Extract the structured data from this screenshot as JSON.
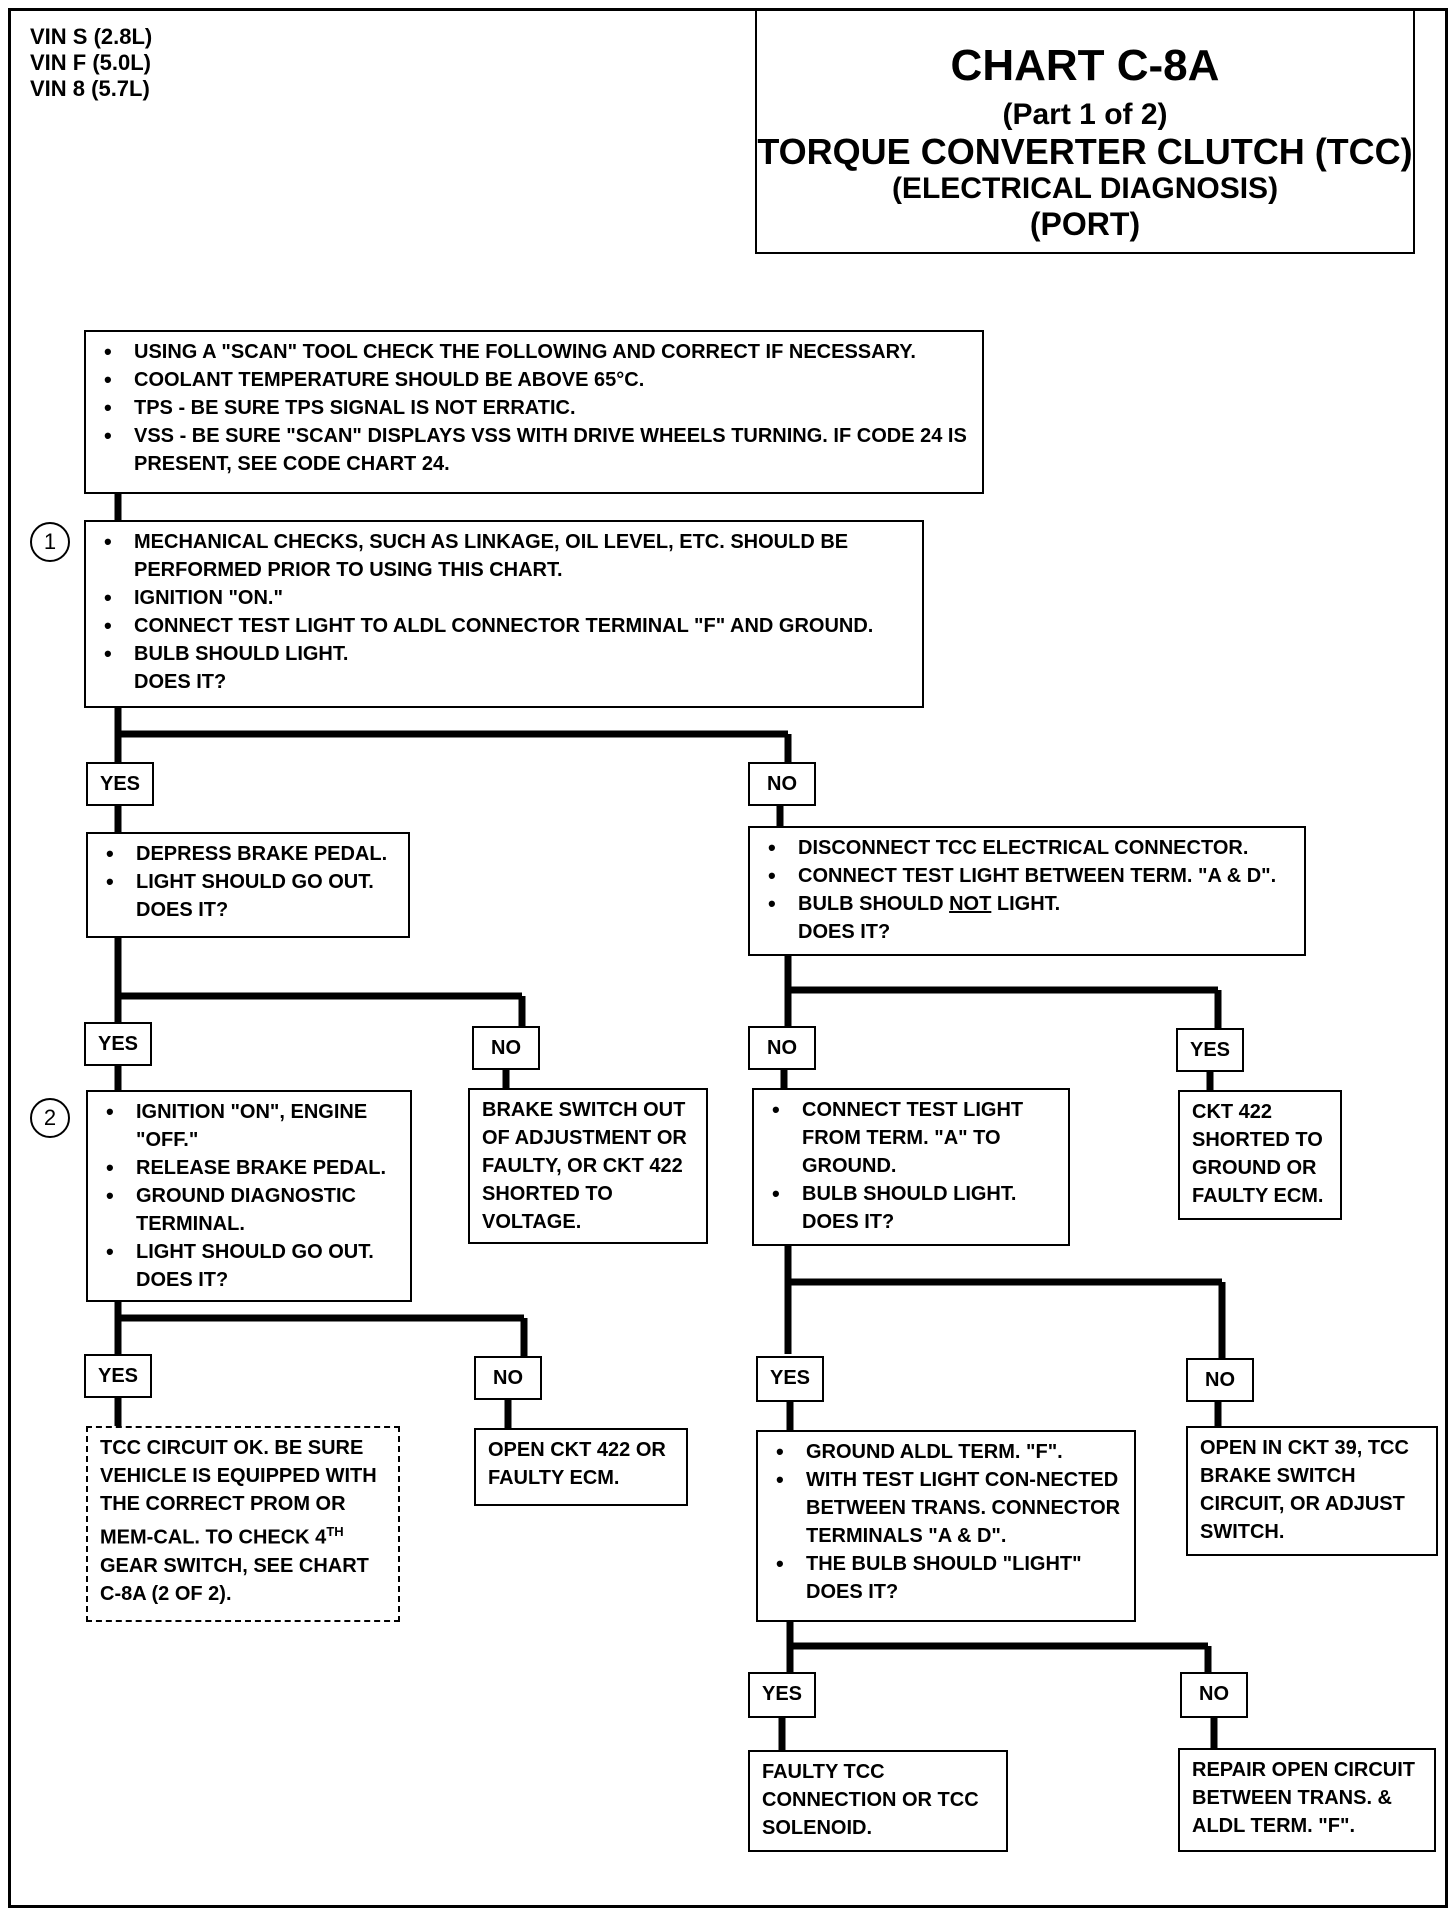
{
  "vin_lines": [
    "VIN S (2.8L)",
    "VIN F (5.0L)",
    "VIN 8 (5.7L)"
  ],
  "title": {
    "chart": "CHART C-8A",
    "part": "(Part  1 of 2)",
    "name": "TORQUE CONVERTER CLUTCH (TCC)",
    "sub": "(ELECTRICAL DIAGNOSIS)",
    "port": "(PORT)"
  },
  "boxes": {
    "scan": {
      "items": [
        "USING A \"SCAN\" TOOL CHECK THE FOLLOWING AND CORRECT IF NECESSARY.",
        "COOLANT TEMPERATURE SHOULD BE ABOVE 65°C.",
        "TPS - BE SURE TPS SIGNAL IS NOT ERRATIC.",
        "VSS - BE SURE \"SCAN\" DISPLAYS VSS WITH DRIVE WHEELS TURNING.  IF CODE 24 IS PRESENT,  SEE CODE CHART 24."
      ]
    },
    "mechanical": {
      "items": [
        "MECHANICAL CHECKS, SUCH AS LINKAGE, OIL LEVEL, ETC. SHOULD BE PERFORMED PRIOR TO USING THIS CHART.",
        "IGNITION \"ON.\"",
        "CONNECT TEST LIGHT TO ALDL CONNECTOR TERMINAL \"F\" AND GROUND.",
        "BULB SHOULD LIGHT."
      ],
      "question": "DOES IT?"
    },
    "brake_pedal": {
      "items": [
        "DEPRESS BRAKE PEDAL.",
        "LIGHT SHOULD GO OUT."
      ],
      "question": "DOES IT?"
    },
    "disconnect": {
      "items": [
        "DISCONNECT TCC ELECTRICAL CONNECTOR.",
        "CONNECT TEST LIGHT BETWEEN TERM. \"A & D\"."
      ],
      "item3_pre": "BULB SHOULD ",
      "item3_u": "NOT",
      "item3_post": " LIGHT.",
      "question": "DOES IT?"
    },
    "ignition": {
      "items": [
        "IGNITION \"ON\", ENGINE \"OFF.\"",
        "RELEASE BRAKE PEDAL.",
        "GROUND DIAGNOSTIC TERMINAL.",
        "LIGHT SHOULD GO OUT."
      ],
      "question": "DOES IT?"
    },
    "brake_switch": {
      "text": "BRAKE SWITCH OUT OF ADJUSTMENT OR FAULTY, OR CKT 422 SHORTED TO VOLTAGE."
    },
    "connect_term_a": {
      "items": [
        "CONNECT TEST LIGHT FROM TERM. \"A\" TO GROUND.",
        "BULB SHOULD LIGHT."
      ],
      "question": "DOES IT?"
    },
    "ckt422_ground": {
      "text": "CKT 422 SHORTED TO GROUND OR FAULTY ECM."
    },
    "tcc_ok": {
      "text_pre": "TCC CIRCUIT OK.  BE SURE VEHICLE IS EQUIPPED WITH THE CORRECT PROM OR MEM-CAL.  TO CHECK 4",
      "sup": "TH",
      "text_post": " GEAR SWITCH, SEE CHART C-8A  (2 OF 2)."
    },
    "open_ckt422": {
      "text": "OPEN CKT 422 OR FAULTY ECM."
    },
    "ground_aldl": {
      "items": [
        "GROUND ALDL TERM. \"F\".",
        "WITH TEST LIGHT CON-NECTED BETWEEN TRANS. CONNECTOR TERMINALS \"A & D\".",
        "THE BULB SHOULD \"LIGHT\""
      ],
      "question": "DOES IT?"
    },
    "open_ckt39": {
      "text": "OPEN IN CKT 39, TCC BRAKE SWITCH CIRCUIT, OR ADJUST SWITCH."
    },
    "faulty_tcc": {
      "text": "FAULTY TCC CONNECTION OR TCC SOLENOID."
    },
    "repair_open": {
      "text": "REPAIR OPEN CIRCUIT BETWEEN TRANS. & ALDL TERM. \"F\"."
    }
  },
  "labels": {
    "yes": "YES",
    "no": "NO"
  },
  "steps": [
    "1",
    "2"
  ]
}
